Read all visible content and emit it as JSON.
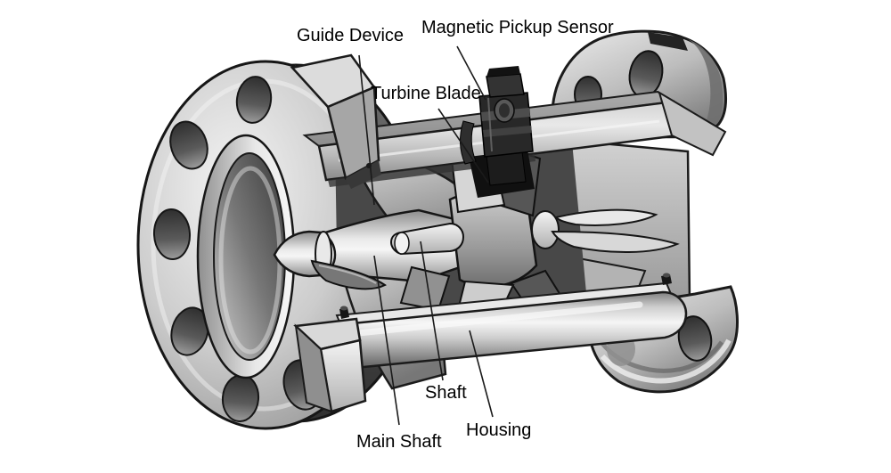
{
  "figure": {
    "labels": {
      "guide_device": "Guide Device",
      "magnetic_pickup_sensor": "Magnetic Pickup Sensor",
      "turbine_blade": "Turbine Blade",
      "shaft": "Shaft",
      "main_shaft": "Main Shaft",
      "housing": "Housing"
    },
    "palette": {
      "background": "#ffffff",
      "outline": "#1b1b1b",
      "metal_light": "#f2f2f2",
      "metal_mid": "#b5b5b5",
      "metal_dark": "#5a5a5a",
      "sensor_body": "#262626",
      "label_text": "#000000"
    }
  }
}
